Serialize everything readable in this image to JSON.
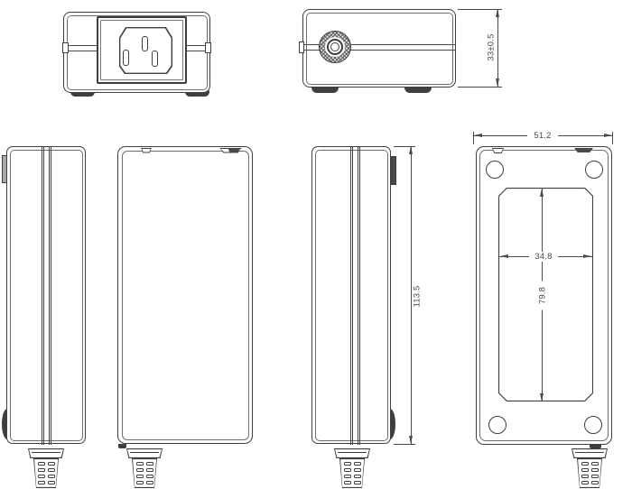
{
  "drawing": {
    "colors": {
      "line": "#3f3f3f",
      "dimension": "#4a4a4a",
      "fill": "#ffffff",
      "hatch_fill": "#d9d9d9",
      "dark_fill": "#3f3f3f"
    },
    "dimensions": {
      "overall_height": "33±0.5",
      "overall_width": "51.2",
      "overall_length": "113.5",
      "recess_width": "34.8",
      "recess_length": "79.8"
    }
  }
}
